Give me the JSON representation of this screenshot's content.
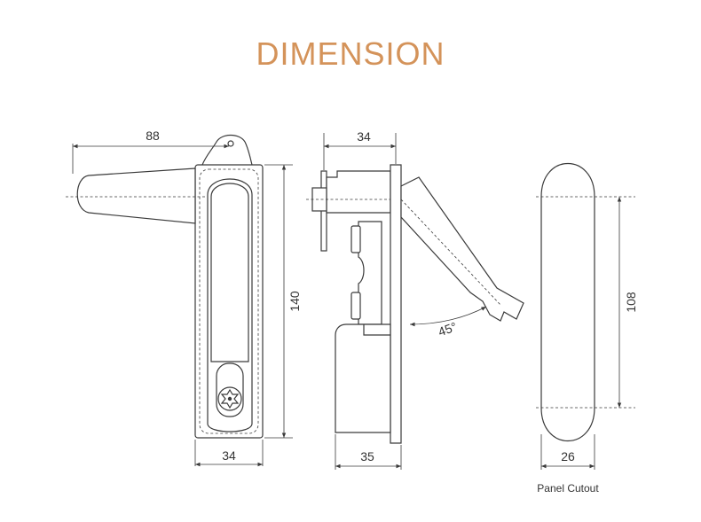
{
  "title": "DIMENSION",
  "colors": {
    "title": "#d4935a",
    "lines": "#3a3a3a"
  },
  "front_view": {
    "handle_length": "88",
    "height": "140",
    "width": "34"
  },
  "side_view": {
    "depth_top": "34",
    "depth_bottom": "35",
    "angle": "45°"
  },
  "panel_cutout": {
    "height": "108",
    "width": "26",
    "caption": "Panel Cutout"
  }
}
